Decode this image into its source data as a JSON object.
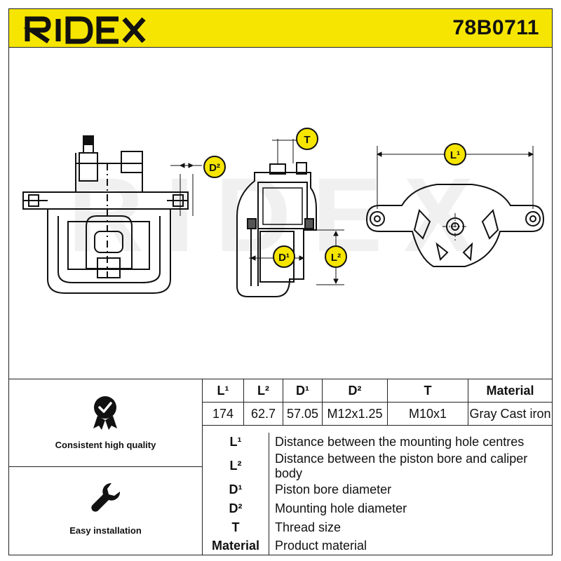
{
  "header": {
    "brand": "RIDEX",
    "part_number": "78B0711",
    "background_color": "#f6e500"
  },
  "drawing": {
    "watermark": "RIDEX",
    "callouts": {
      "d2": "D²",
      "t": "T",
      "l1": "L¹",
      "d1": "D¹",
      "l2": "L²"
    }
  },
  "features": [
    {
      "icon": "badge-check-icon",
      "label": "Consistent high quality"
    },
    {
      "icon": "wrench-icon",
      "label": "Easy installation"
    }
  ],
  "specs": {
    "headers": [
      "L¹",
      "L²",
      "D¹",
      "D²",
      "T",
      "Material"
    ],
    "values": [
      "174",
      "62.7",
      "57.05",
      "M12x1.25",
      "M10x1",
      "Gray Cast iron"
    ]
  },
  "legend": [
    {
      "key": "L¹",
      "desc": "Distance between the mounting hole centres"
    },
    {
      "key": "L²",
      "desc": "Distance between the piston bore and caliper body"
    },
    {
      "key": "D¹",
      "desc": "Piston bore diameter"
    },
    {
      "key": "D²",
      "desc": "Mounting hole diameter"
    },
    {
      "key": "T",
      "desc": "Thread size"
    },
    {
      "key": "Material",
      "desc": "Product material"
    }
  ]
}
